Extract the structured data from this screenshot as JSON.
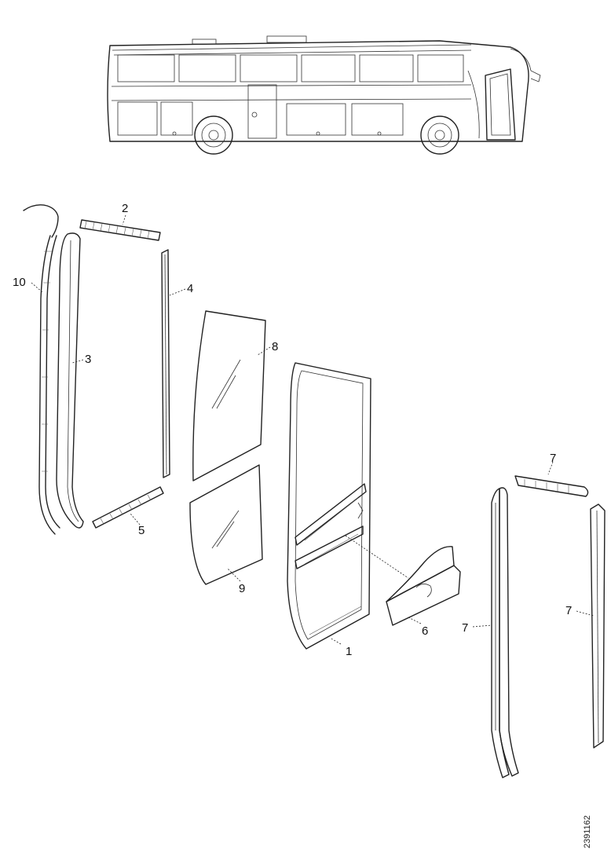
{
  "labels": {
    "door_frame": "1",
    "top_seal": "2",
    "curved_seal": "3",
    "side_strip": "4",
    "bottom_seal": "5",
    "bracket": "6",
    "rubber_profile_top": "7",
    "rubber_profile_right": "7",
    "rubber_profile_curved": "7",
    "upper_glass": "8",
    "lower_glass": "9",
    "outer_molding": "10"
  },
  "reference_number": "2391162"
}
